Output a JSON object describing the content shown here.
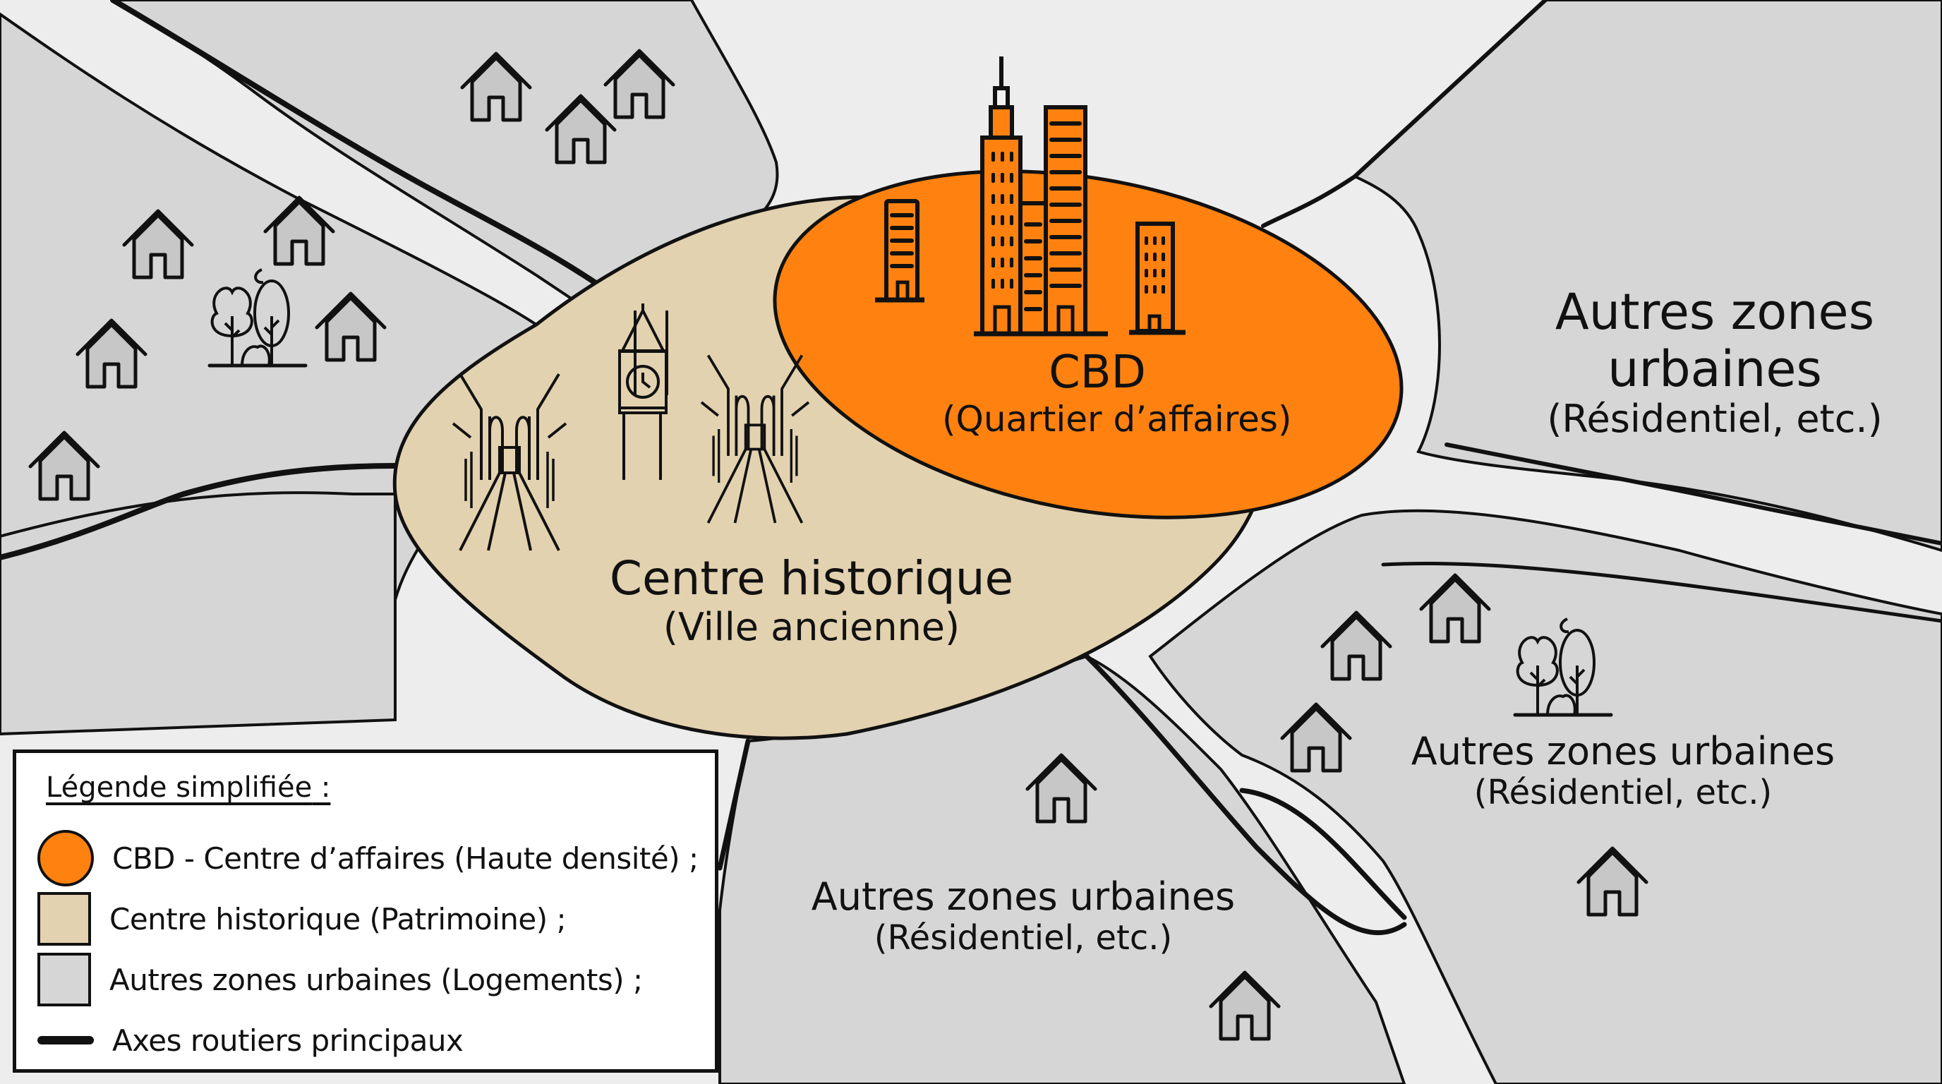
{
  "map": {
    "colors": {
      "background": "#e4e4e4",
      "zone_other": "#d6d6d6",
      "road": "#ededed",
      "cbd": "#ff8210",
      "historic": "#e3d2b0",
      "outline": "#111111",
      "legend_bg": "#ffffff"
    },
    "zones": {
      "cbd": {
        "title": "CBD",
        "subtitle": "(Quartier d’affaires)",
        "icon": "skyscrapers-icon"
      },
      "historic": {
        "title": "Centre historique",
        "subtitle": "(Ville ancienne)",
        "icons": [
          "old-street-icon",
          "clock-tower-icon",
          "old-street-icon"
        ]
      },
      "east": {
        "title_line1": "Autres zones",
        "title_line2": "urbaines",
        "subtitle": "(Résidentiel, etc.)"
      },
      "southeast": {
        "title": "Autres zones urbaines",
        "subtitle": "(Résidentiel, etc.)"
      },
      "south": {
        "title": "Autres zones urbaines",
        "subtitle": "(Résidentiel, etc.)"
      }
    },
    "icons": {
      "house": "house-icon",
      "trees": "park-trees-icon"
    }
  },
  "legend": {
    "title": "Légende simplifiée",
    "title_suffix": " :",
    "items": [
      {
        "label": "CBD - Centre d’affaires (Haute densité) ;",
        "swatch": "circle",
        "color": "#ff8210"
      },
      {
        "label": "Centre historique (Patrimoine) ;",
        "swatch": "square",
        "color": "#e3d2b0"
      },
      {
        "label": "Autres zones urbaines (Logements) ;",
        "swatch": "square",
        "color": "#d6d6d6"
      },
      {
        "label": "Axes routiers principaux",
        "swatch": "line",
        "color": "#111111"
      }
    ]
  }
}
